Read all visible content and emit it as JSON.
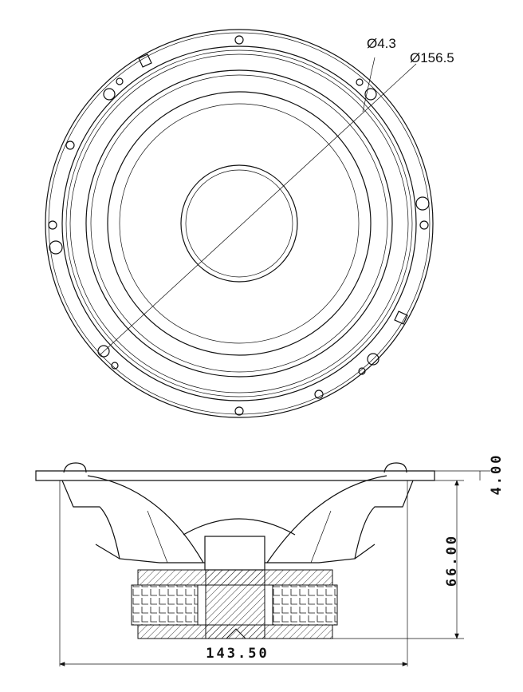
{
  "front_view": {
    "hole_diameter_label": "Ø4.3",
    "outer_diameter_label": "Ø156.5"
  },
  "side_view": {
    "width_label": "143.50",
    "depth_label": "66.00",
    "flange_thickness_label": "4.00"
  }
}
